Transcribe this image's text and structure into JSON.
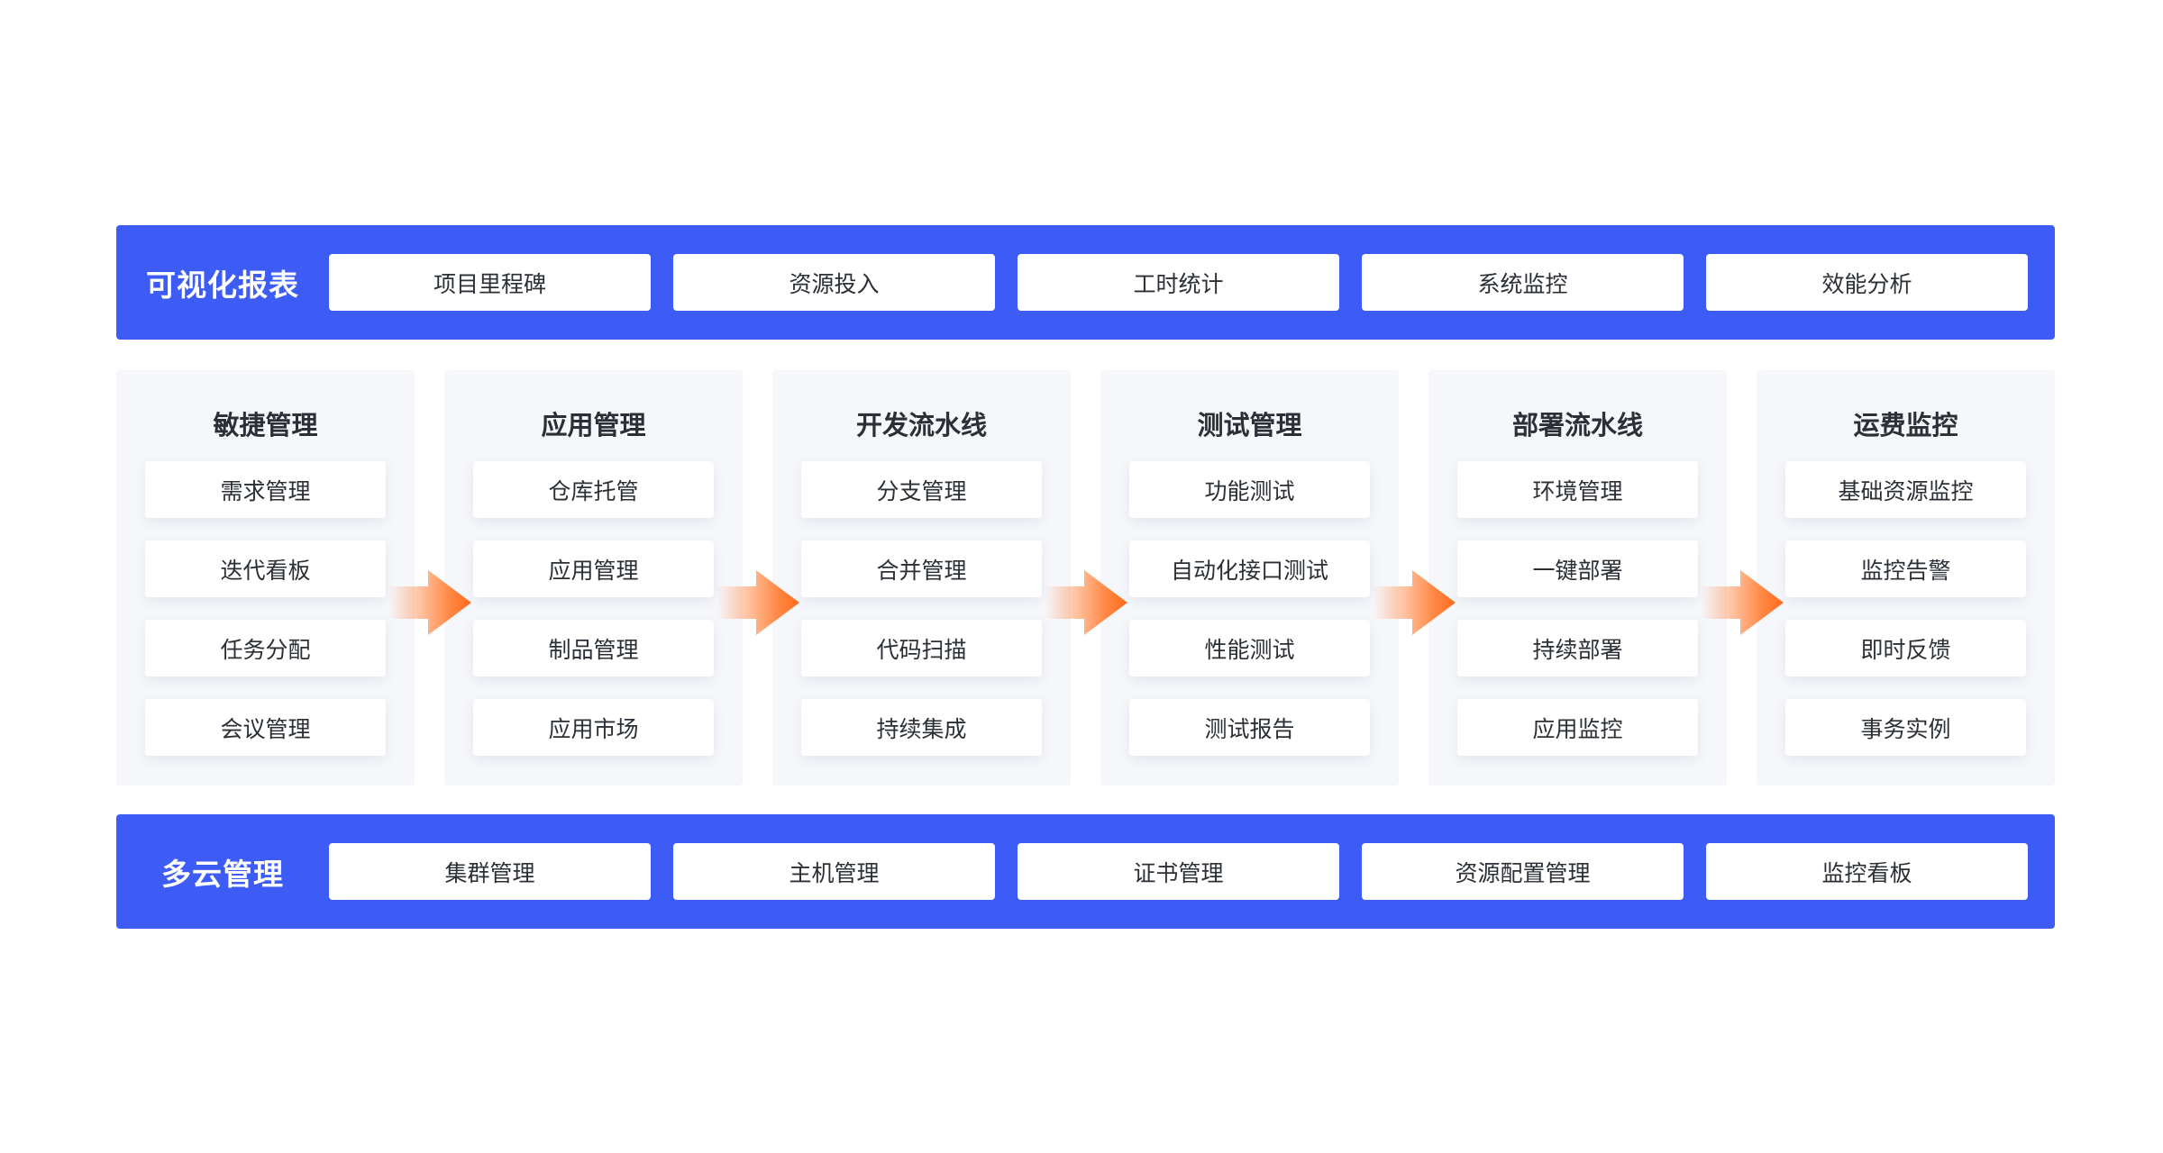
{
  "colors": {
    "band": "#3d5cf5",
    "stage_bg": "#f6f7fa",
    "arrow": "#ff7a2e"
  },
  "top_band": {
    "title": "可视化报表",
    "items": [
      "项目里程碑",
      "资源投入",
      "工时统计",
      "系统监控",
      "效能分析"
    ]
  },
  "stages": [
    {
      "title": "敏捷管理",
      "items": [
        "需求管理",
        "迭代看板",
        "任务分配",
        "会议管理"
      ]
    },
    {
      "title": "应用管理",
      "items": [
        "仓库托管",
        "应用管理",
        "制品管理",
        "应用市场"
      ]
    },
    {
      "title": "开发流水线",
      "items": [
        "分支管理",
        "合并管理",
        "代码扫描",
        "持续集成"
      ]
    },
    {
      "title": "测试管理",
      "items": [
        "功能测试",
        "自动化接口测试",
        "性能测试",
        "测试报告"
      ]
    },
    {
      "title": "部署流水线",
      "items": [
        "环境管理",
        "一键部署",
        "持续部署",
        "应用监控"
      ]
    },
    {
      "title": "运费监控",
      "items": [
        "基础资源监控",
        "监控告警",
        "即时反馈",
        "事务实例"
      ]
    }
  ],
  "bottom_band": {
    "title": "多云管理",
    "items": [
      "集群管理",
      "主机管理",
      "证书管理",
      "资源配置管理",
      "监控看板"
    ]
  }
}
